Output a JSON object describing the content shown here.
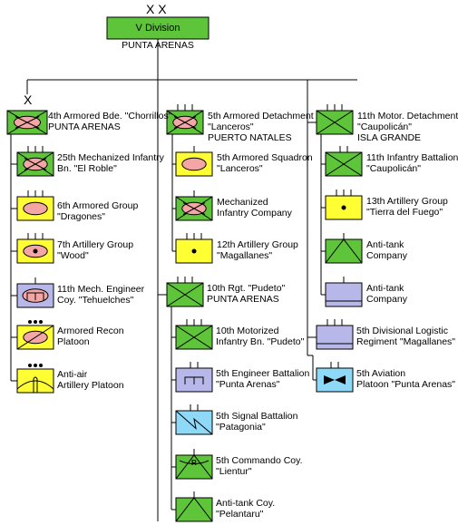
{
  "root": {
    "echelon": "X X",
    "name": "V Division",
    "location": "PUNTA ARENAS"
  },
  "units": [
    {
      "id": "u1",
      "echelon": "X",
      "line1": "4th Armored Bde. \"Chorrillos\"",
      "line2": "PUNTA ARENAS",
      "type": "armored-infantry",
      "color": "green",
      "pips": 0
    },
    {
      "id": "u2",
      "line1": "25th Mechanized Infantry",
      "line2": "Bn. \"El Roble\"",
      "type": "armored-infantry",
      "color": "green",
      "pips": 3
    },
    {
      "id": "u3",
      "line1": "6th Armored Group",
      "line2": "\"Dragones\"",
      "type": "armor",
      "color": "yellow",
      "pips": 3
    },
    {
      "id": "u4",
      "line1": "7th Artillery Group",
      "line2": "\"Wood\"",
      "type": "artillery-armor",
      "color": "yellow",
      "pips": 3
    },
    {
      "id": "u5",
      "line1": "11th Mech. Engineer",
      "line2": "Coy. \"Tehuelches\"",
      "type": "engineer-armor",
      "color": "lavender",
      "pips": 1
    },
    {
      "id": "u6",
      "line1": "Armored Recon",
      "line2": "Platoon",
      "type": "armored-recon",
      "color": "yellow",
      "pips": 3,
      "dots": true
    },
    {
      "id": "u7",
      "line1": "Anti-air",
      "line2": "Artillery Platoon",
      "type": "air-defense",
      "color": "yellow",
      "pips": 3,
      "dots": true
    },
    {
      "id": "u8",
      "line1": "5th Armored Detachment",
      "line2": "\"Lanceros\"",
      "line3": "PUERTO NATALES",
      "type": "armored-infantry",
      "color": "green",
      "pips": 3
    },
    {
      "id": "u9",
      "line1": "5th Armored Squadron",
      "line2": "\"Lanceros\"",
      "type": "armor",
      "color": "yellow",
      "pips": 1
    },
    {
      "id": "u10",
      "line1": "Mechanized",
      "line2": "Infantry Company",
      "type": "armored-infantry",
      "color": "green",
      "pips": 1
    },
    {
      "id": "u11",
      "line1": "12th Artillery Group",
      "line2": "\"Magallanes\"",
      "type": "artillery",
      "color": "yellow",
      "pips": 3
    },
    {
      "id": "u12",
      "line1": "10th Rgt. \"Pudeto\"",
      "line2": "PUNTA ARENAS",
      "type": "infantry",
      "color": "green",
      "pips": 3
    },
    {
      "id": "u13",
      "line1": "10th Motorized",
      "line2": "Infantry Bn. \"Pudeto\"",
      "type": "infantry",
      "color": "green",
      "pips": 3
    },
    {
      "id": "u14",
      "line1": "5th Engineer Battalion",
      "line2": "\"Punta Arenas\"",
      "type": "engineer",
      "color": "lavender",
      "pips": 2
    },
    {
      "id": "u15",
      "line1": "5th Signal Battalion",
      "line2": "\"Patagonia\"",
      "type": "signal",
      "color": "lightblue",
      "pips": 2
    },
    {
      "id": "u16",
      "line1": "5th Commando Coy.",
      "line2": "\"Lientur\"",
      "type": "commando",
      "color": "green",
      "pips": 1
    },
    {
      "id": "u17",
      "line1": "Anti-tank Coy.",
      "line2": "\"Pelantaru\"",
      "type": "anti-tank",
      "color": "green",
      "pips": 1
    },
    {
      "id": "u18",
      "line1": "11th Motor. Detachment",
      "line2": "\"Caupolicán\"",
      "line3": "ISLA GRANDE",
      "type": "infantry",
      "color": "green",
      "pips": 3
    },
    {
      "id": "u19",
      "line1": "11th Infantry Battalion",
      "line2": "\"Caupolicán\"",
      "type": "infantry",
      "color": "green",
      "pips": 2
    },
    {
      "id": "u20",
      "line1": "13th Artillery Group",
      "line2": "\"Tierra del Fuego\"",
      "type": "artillery",
      "color": "yellow",
      "pips": 3
    },
    {
      "id": "u21",
      "line1": "Anti-tank",
      "line2": "Company",
      "type": "anti-tank",
      "color": "green",
      "pips": 1
    },
    {
      "id": "u22",
      "line1": "Anti-tank",
      "line2": "Company",
      "type": "support",
      "color": "lavender",
      "pips": 1
    },
    {
      "id": "u23",
      "line1": "5th Divisional Logistic",
      "line2": "Regiment \"Magallanes\"",
      "type": "support",
      "color": "lavender",
      "pips": 3
    },
    {
      "id": "u24",
      "line1": "5th Aviation",
      "line2": "Platoon \"Punta Arenas\"",
      "type": "aviation",
      "color": "lightblue",
      "pips": 2
    }
  ],
  "colors": {
    "green": "#5ec43a",
    "yellow": "#ffff33",
    "lavender": "#b7b7ea",
    "lightblue": "#8ed8f8",
    "oval": "#f4a6a6",
    "line": "#000000"
  }
}
